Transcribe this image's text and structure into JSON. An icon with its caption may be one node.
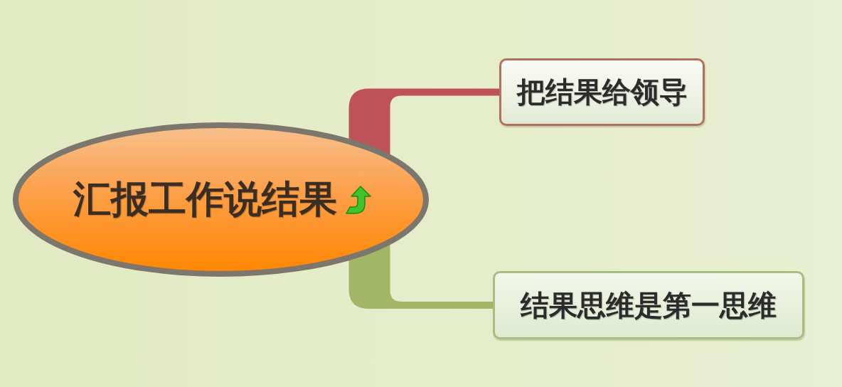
{
  "diagram": {
    "nodes": [
      {
        "text": [
          "汇报工作说结果"
        ]
      },
      {
        "text": [
          "把结果给领导"
        ]
      },
      {
        "text": [
          "结果思维是第一思维"
        ]
      }
    ],
    "edges": [
      {
        "from": 0,
        "to": 1,
        "arrow": "none",
        "color": "#bd5358"
      },
      {
        "from": 0,
        "to": 2,
        "arrow": "none",
        "color": "#a3b566"
      }
    ]
  }
}
